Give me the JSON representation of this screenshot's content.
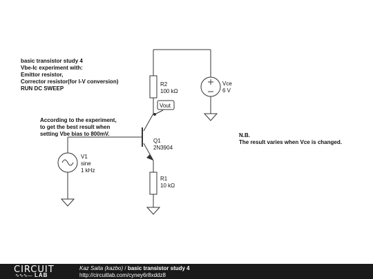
{
  "notes": {
    "title_block": [
      "basic transistor study 4",
      "Vbe-Ic experiment with:",
      "Emittor resistor,",
      "Corrector resistor(for I-V conversion)",
      "RUN DC SWEEP"
    ],
    "experiment_block": [
      "According to the experiment,",
      "to get the best result when",
      "setting Vbe bias to 800mV."
    ],
    "nb_block": [
      "N.B.",
      "The result varies when Vce is changed."
    ]
  },
  "components": {
    "r2": {
      "name": "R2",
      "value": "100 kΩ"
    },
    "r1": {
      "name": "R1",
      "value": "10 kΩ"
    },
    "q1": {
      "name": "Q1",
      "value": "2N3904"
    },
    "v1": {
      "name": "V1",
      "type": "sine",
      "freq": "1 kHz"
    },
    "vce": {
      "name": "Vce",
      "value": "6 V"
    },
    "vout": {
      "label": "Vout"
    }
  },
  "footer": {
    "logo_top": "CIRCUIT",
    "logo_bottom": "LAB",
    "author": "Kaz Saita (kazbo)",
    "separator": " / ",
    "title": "basic transistor study 4",
    "url": "http://circuitlab.com/cyney6r8xddz8"
  }
}
